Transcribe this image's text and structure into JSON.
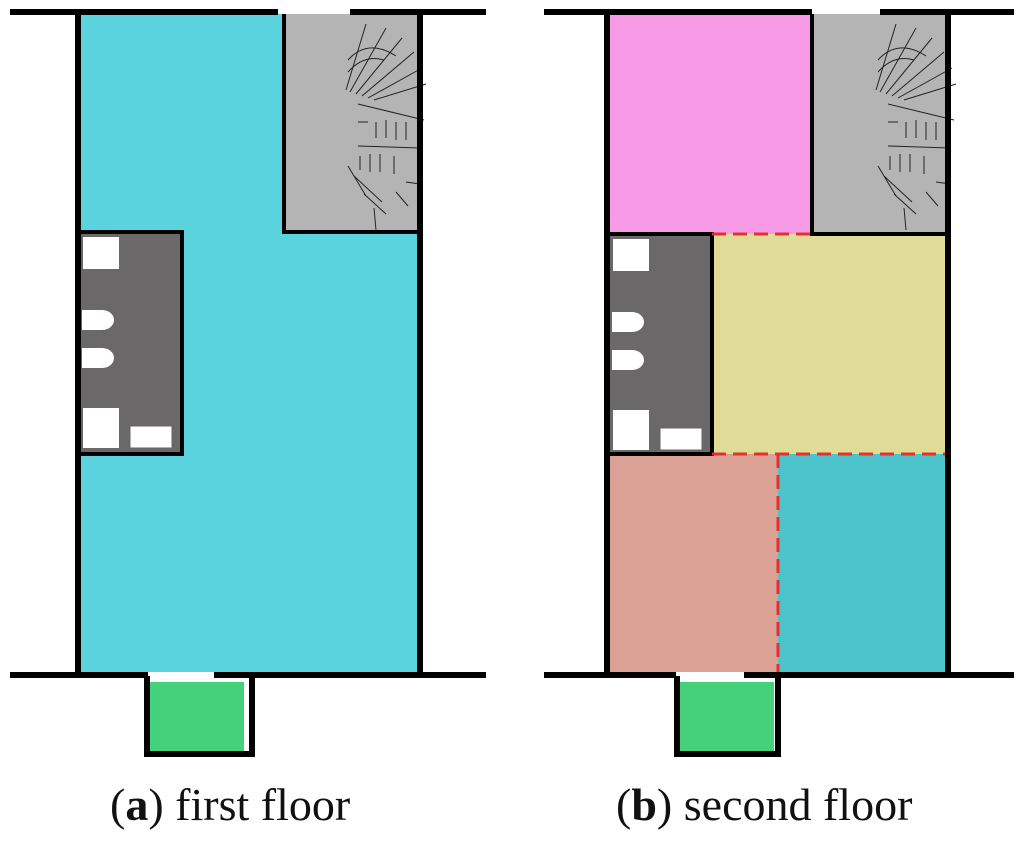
{
  "colors": {
    "wall": "#000000",
    "stair": "#b4b4b4",
    "bathroom": "#6a6868",
    "first_floor_open": "#5ad3de",
    "entry": "#45d07a",
    "pink_room": "#f89be6",
    "yellow_room": "#dedc96",
    "salmon_room": "#dba195",
    "teal_room": "#4dc4cc",
    "partition_dashed": "#e53030"
  },
  "icons": [
    "staircase-icon",
    "toilet-icon",
    "bidet-icon",
    "shower-icon",
    "sink-icon"
  ],
  "captions": {
    "a": {
      "letter": "a",
      "text": "first floor"
    },
    "b": {
      "letter": "b",
      "text": "second floor"
    }
  }
}
